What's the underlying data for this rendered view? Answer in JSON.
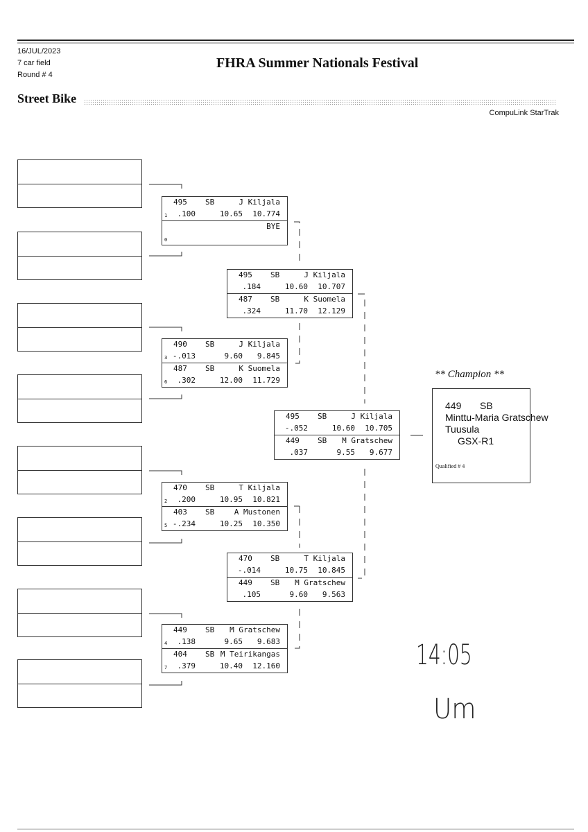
{
  "header": {
    "date": "16/JUL/2023",
    "field": "7 car field",
    "round": "Round # 4",
    "title": "FHRA Summer Nationals Festival",
    "class_name": "Street Bike",
    "brand": "CompuLink StarTrak"
  },
  "matches": [
    {
      "round": 2,
      "racers": [
        {
          "number": "495",
          "cls": "SB",
          "name": "J Kiljala",
          "seed": "1",
          "rt": ".100",
          "dial": "10.65",
          "et": "10.774"
        },
        {
          "number": "",
          "cls": "",
          "name": "BYE",
          "seed": "0",
          "rt": "",
          "dial": "",
          "et": ""
        }
      ]
    },
    {
      "round": 2,
      "racers": [
        {
          "number": "490",
          "cls": "SB",
          "name": "J Kiljala",
          "seed": "3",
          "rt": "-.013",
          "dial": "9.60",
          "et": "9.845"
        },
        {
          "number": "487",
          "cls": "SB",
          "name": "K Suomela",
          "seed": "6",
          "rt": ".302",
          "dial": "12.00",
          "et": "11.729"
        }
      ]
    },
    {
      "round": 2,
      "racers": [
        {
          "number": "470",
          "cls": "SB",
          "name": "T Kiljala",
          "seed": "2",
          "rt": ".200",
          "dial": "10.95",
          "et": "10.821"
        },
        {
          "number": "403",
          "cls": "SB",
          "name": "A Mustonen",
          "seed": "5",
          "rt": "-.234",
          "dial": "10.25",
          "et": "10.350"
        }
      ]
    },
    {
      "round": 2,
      "racers": [
        {
          "number": "449",
          "cls": "SB",
          "name": "M Gratschew",
          "seed": "4",
          "rt": ".138",
          "dial": "9.65",
          "et": "9.683"
        },
        {
          "number": "404",
          "cls": "SB",
          "name": "M Teirikangas",
          "seed": "7",
          "rt": ".379",
          "dial": "10.40",
          "et": "12.160"
        }
      ]
    },
    {
      "round": 3,
      "racers": [
        {
          "number": "495",
          "cls": "SB",
          "name": "J Kiljala",
          "seed": "",
          "rt": ".184",
          "dial": "10.60",
          "et": "10.707"
        },
        {
          "number": "487",
          "cls": "SB",
          "name": "K Suomela",
          "seed": "",
          "rt": ".324",
          "dial": "11.70",
          "et": "12.129"
        }
      ]
    },
    {
      "round": 3,
      "racers": [
        {
          "number": "470",
          "cls": "SB",
          "name": "T Kiljala",
          "seed": "",
          "rt": "-.014",
          "dial": "10.75",
          "et": "10.845"
        },
        {
          "number": "449",
          "cls": "SB",
          "name": "M Gratschew",
          "seed": "",
          "rt": ".105",
          "dial": "9.60",
          "et": "9.563"
        }
      ]
    },
    {
      "round": 4,
      "racers": [
        {
          "number": "495",
          "cls": "SB",
          "name": "J Kiljala",
          "seed": "",
          "rt": "-.052",
          "dial": "10.60",
          "et": "10.705"
        },
        {
          "number": "449",
          "cls": "SB",
          "name": "M Gratschew",
          "seed": "",
          "rt": ".037",
          "dial": "9.55",
          "et": "9.677"
        }
      ]
    }
  ],
  "champion": {
    "label": "** Champion **",
    "number": "449",
    "cls": "SB",
    "name": "Minttu-Maria Gratschew",
    "city": "Tuusula",
    "vehicle": "GSX-R1",
    "qualified": "Qualified # 4"
  },
  "handwritten": {
    "time": "14:05",
    "initials": "Um"
  }
}
